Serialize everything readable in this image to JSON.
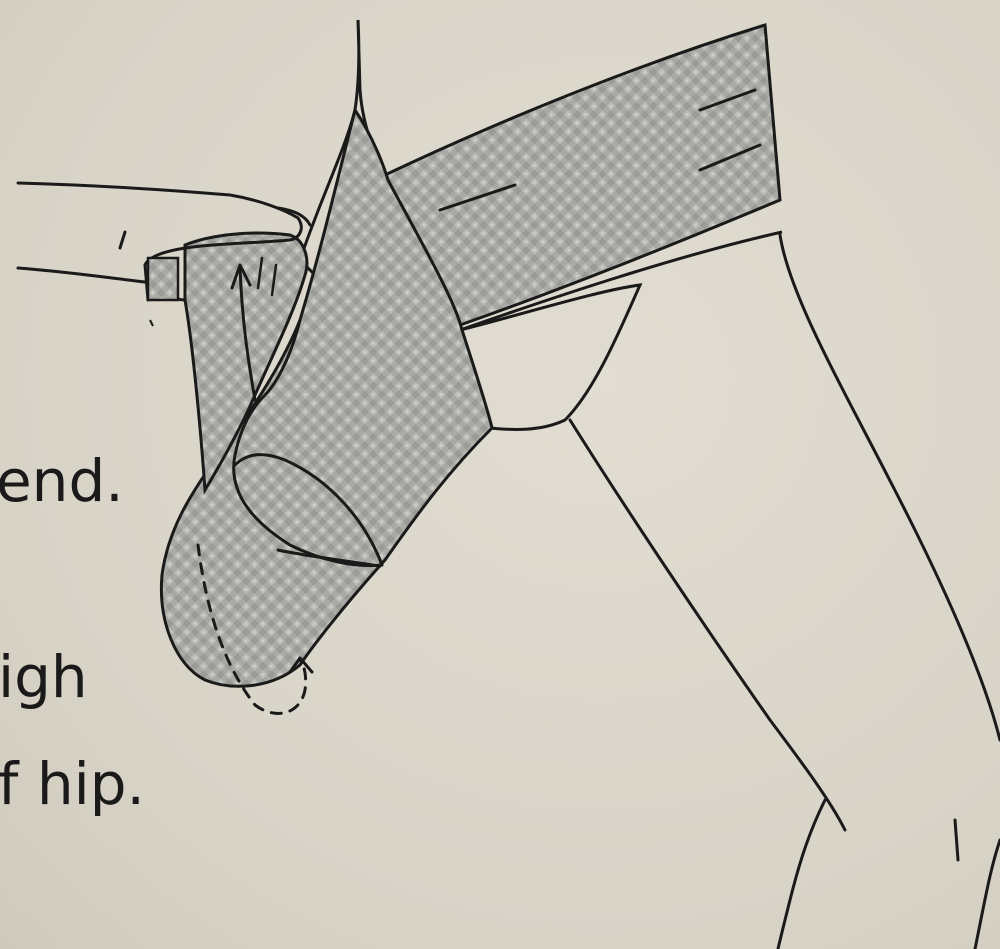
{
  "caption": {
    "line1": "end.",
    "line2": "igh",
    "line3": "f hip."
  },
  "colors": {
    "paper": "#dcd8cc",
    "ink": "#1a1a1a",
    "bandage": "#a8a8a4"
  }
}
